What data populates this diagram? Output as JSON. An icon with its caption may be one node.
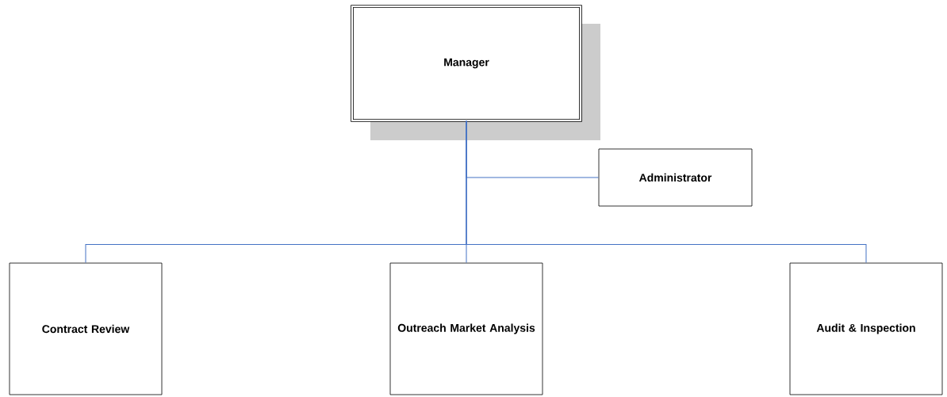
{
  "diagram": {
    "nodes": [
      {
        "text": [
          "Manager"
        ]
      },
      {
        "text": [
          "Administrator"
        ]
      },
      {
        "text": [
          "Contract Review"
        ]
      },
      {
        "text": [
          "Outreach  Market Analysis"
        ]
      },
      {
        "text": [
          "Audit & Inspection"
        ]
      }
    ],
    "edges": [
      {
        "from": 0,
        "to": 1,
        "arrow": "none"
      },
      {
        "from": 0,
        "to": 2,
        "arrow": "none"
      },
      {
        "from": 0,
        "to": 3,
        "arrow": "none"
      },
      {
        "from": 0,
        "to": 4,
        "arrow": "none"
      }
    ]
  }
}
